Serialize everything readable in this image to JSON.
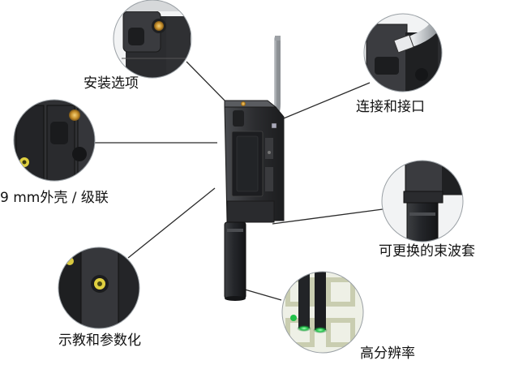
{
  "labels": {
    "install_options": "安装选项",
    "connection": "连接和接口",
    "housing_cascade": "9 mm外壳 / 级联",
    "sleeve": "可更换的束波套",
    "teach": "示教和参数化",
    "resolution": "高分辨率"
  },
  "colors": {
    "housing": "#2f3033",
    "housing_dark": "#1c1d1f",
    "housing_edge": "#55575b",
    "gold": "#c8902c",
    "green_led": "#22c24a",
    "cable": "#c7cacd",
    "line": "#2a2a2a"
  }
}
